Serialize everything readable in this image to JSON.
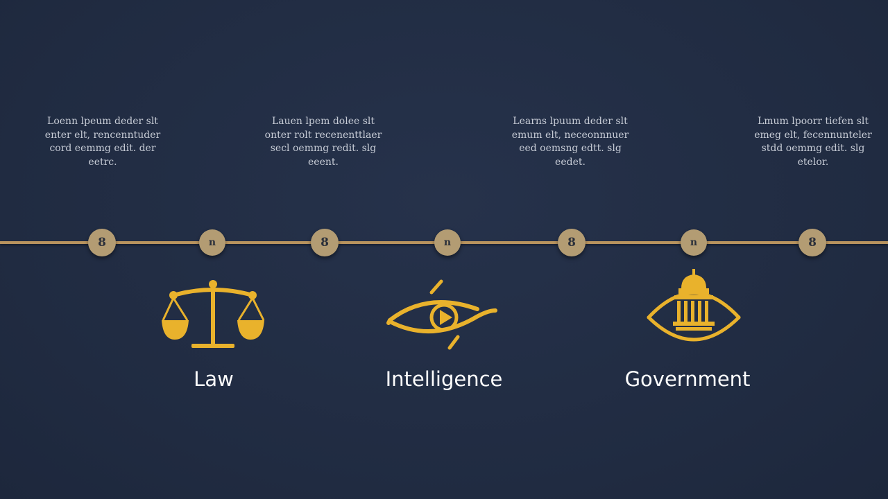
{
  "notes": [
    "Loenn lpeum deder slt\nenter elt, rencenntuder\ncord eemmg edit. der\neetrc.",
    "Lauen lpem dolee slt\nonter rolt recenenttlaer\nsecl oemmg redit. slg\neeent.",
    "Learns lpuum deder slt\nemum elt, neceonnnuer\need oemsng edtt. slg\needet.",
    "Lmum lpoorr tiefen slt\nemeg elt, fecennunteler\nstdd oemmg edit. slg\netelor."
  ],
  "timeline": {
    "nodes": [
      "8",
      "n",
      "8",
      "n",
      "8",
      "n",
      "8"
    ],
    "colors": {
      "line": "#b8935e",
      "node": "#b39c73",
      "icon": "#e9b22c",
      "background": "#222e45"
    }
  },
  "categories": [
    {
      "label": "Law",
      "icon": "scales-of-justice-icon"
    },
    {
      "label": "Intelligence",
      "icon": "eye-icon"
    },
    {
      "label": "Government",
      "icon": "capitol-building-icon"
    }
  ]
}
